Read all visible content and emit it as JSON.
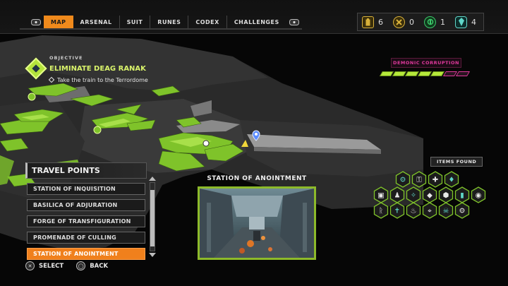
{
  "nav": {
    "tabs": [
      {
        "label": "MAP",
        "active": true
      },
      {
        "label": "ARSENAL",
        "active": false
      },
      {
        "label": "SUIT",
        "active": false
      },
      {
        "label": "RUNES",
        "active": false
      },
      {
        "label": "CODEX",
        "active": false
      },
      {
        "label": "CHALLENGES",
        "active": false
      }
    ]
  },
  "counters": [
    {
      "icon": "sentinel-battery-icon",
      "value": "6",
      "color": "#d8b13a"
    },
    {
      "icon": "praetor-token-icon",
      "value": "0",
      "color": "#d8b13a"
    },
    {
      "icon": "sentinel-crystal-icon",
      "value": "1",
      "color": "#3cc76a"
    },
    {
      "icon": "empyrean-key-icon",
      "value": "4",
      "color": "#5fd6c8"
    }
  ],
  "objective": {
    "label": "OBJECTIVE",
    "title": "ELIMINATE DEAG RANAK",
    "task": "Take the train to the Terrordome"
  },
  "corruption": {
    "label": "DEMONIC CORRUPTION",
    "filled_segments": 5,
    "total_segments": 7,
    "fill_color": "#b5e83b",
    "accent_color": "#e0399c"
  },
  "travel": {
    "header": "TRAVEL POINTS",
    "items": [
      {
        "label": "STATION OF INQUISITION",
        "active": false
      },
      {
        "label": "BASILICA OF ADJURATION",
        "active": false
      },
      {
        "label": "FORGE OF TRANSFIGURATION",
        "active": false
      },
      {
        "label": "PROMENADE OF CULLING",
        "active": false
      },
      {
        "label": "STATION OF ANOINTMENT",
        "active": true
      }
    ]
  },
  "preview": {
    "title": "STATION OF ANOINTMENT"
  },
  "items_found": {
    "label": "ITEMS FOUND",
    "icons": [
      {
        "name": "automap-station-icon",
        "found": true
      },
      {
        "name": "key-icon",
        "found": true
      },
      {
        "name": "extra-life-icon",
        "found": true
      },
      {
        "name": "codex-icon",
        "found": true
      },
      {
        "name": "floppy-disk-icon",
        "found": true
      },
      {
        "name": "toy-figure-icon",
        "found": true
      },
      {
        "name": "wrench-icon",
        "found": true
      },
      {
        "name": "crystal-icon",
        "found": true
      },
      {
        "name": "hexagon-token-icon",
        "found": true
      },
      {
        "name": "battery-icon",
        "found": true
      },
      {
        "name": "record-icon",
        "found": true
      },
      {
        "name": "rune-icon",
        "found": true
      },
      {
        "name": "cross-icon",
        "found": true
      },
      {
        "name": "flame-icon",
        "found": true
      },
      {
        "name": "gun-mod-icon",
        "found": true
      },
      {
        "name": "skull-icon",
        "found": true
      },
      {
        "name": "gear-icon",
        "found": true
      }
    ]
  },
  "prompts": [
    {
      "button": "✕",
      "label": "SELECT"
    },
    {
      "button": "◯",
      "label": "BACK"
    }
  ]
}
